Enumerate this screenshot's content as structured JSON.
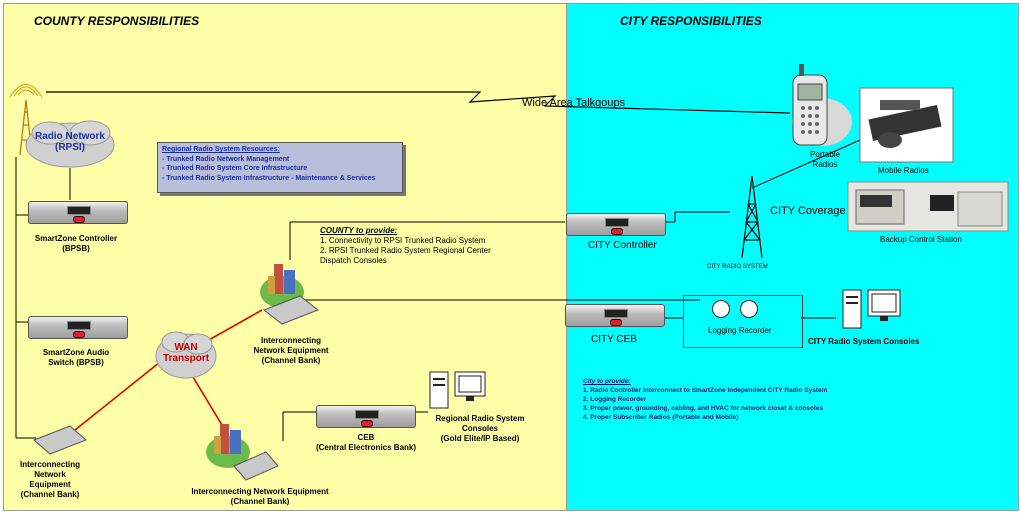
{
  "county": {
    "title": "COUNTY RESPONSIBILITIES",
    "panel_color": "#ffffa8"
  },
  "city": {
    "title": "CITY RESPONSIBILITIES",
    "panel_color": "#00ffff"
  },
  "wide_area_label": "Wide Area Talkgoups",
  "radio_network": {
    "line1": "Radio Network",
    "line2": "(RPSI)"
  },
  "resources": {
    "title": "Regional Radio System Resources:",
    "items": [
      "- Trunked Radio Network Management",
      "- Trunked Radio System Core Infrastructure",
      "- Trunked Radio System Infrastructure - Maintenance & Services"
    ]
  },
  "smartzone_controller": {
    "line1": "SmartZone Controller",
    "line2": "(BPSB)"
  },
  "smartzone_audio": {
    "line1": "SmartZone Audio",
    "line2": "Switch (BPSB)"
  },
  "wan": {
    "line1": "WAN",
    "line2": "Transport"
  },
  "county_provide": {
    "title": "COUNTY to provide:",
    "item1": "1.  Connectivity to RPSI Trunked Radio System",
    "item2": "2.  RPSI Trunked Radio System Regional Center",
    "item2b": "Dispatch Consoles"
  },
  "ine_upper": {
    "line1": "Interconnecting",
    "line2": "Network Equipment",
    "line3": "(Channel Bank)"
  },
  "ine_left": {
    "line1": "Interconnecting",
    "line2": "Network",
    "line3": "Equipment",
    "line4": "(Channel Bank)"
  },
  "ine_bottom": {
    "line1": "Interconnecting Network Equipment",
    "line2": "(Channel Bank)"
  },
  "ceb": {
    "line1": "CEB",
    "line2": "(Central Electronics Bank)"
  },
  "regional_consoles": {
    "line1": "Regional Radio System",
    "line2": "Consoles",
    "line3": "(Gold Elite/IP Based)"
  },
  "portable": {
    "line1": "Portable",
    "line2": "Radios"
  },
  "mobile_radios": "Mobile Radios",
  "city_coverage": "CITY Coverage",
  "backup_station": "Backup Control Station",
  "city_controller": "CITY Controller",
  "city_radio_system": "CITY RADIO SYSTEM",
  "city_ceb": "CITY CEB",
  "logging_recorder": "Logging Recorder",
  "city_consoles": "CITY Radio System Consoles",
  "city_provide": {
    "title": "City to provide:",
    "items": [
      "1. Radio Controller interconnect to SmartZone Independent CITY Radio System",
      "2. Logging Recorder",
      "3. Proper power, grounding, cabling, and HVAC for network closet & consoles",
      "4. Proper Subscriber Radios (Portable and Mobile)"
    ]
  }
}
